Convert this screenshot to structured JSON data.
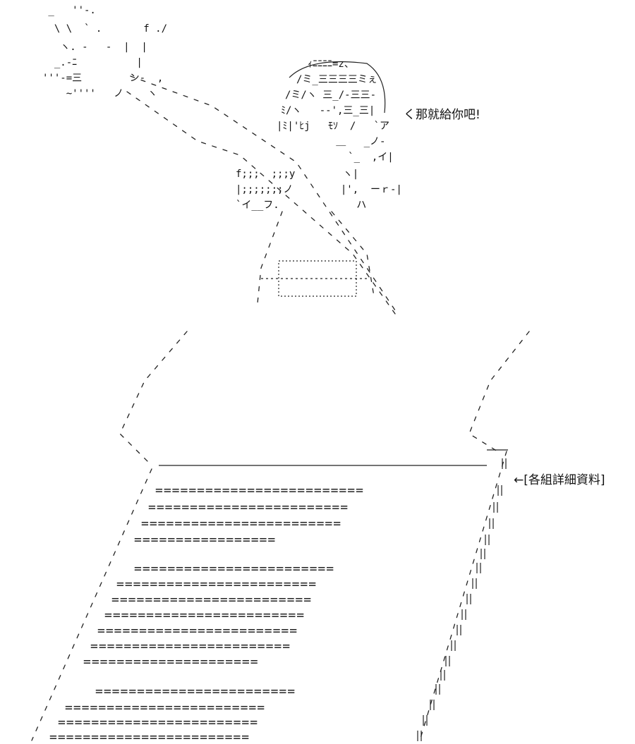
{
  "speech_text": "く那就給你吧!",
  "annotation_text": "←[各組詳細資料]",
  "art_lines": [
    " _   ''-.",
    "  \\ \\  ` .       f ./",
    "   ヽ. -   -  |  |",
    "  _.-ﾆ          |",
    "'''-=三        ン-  ,",
    "    ~''''   ノ    ヽ"
  ],
  "face_lines": [
    "ｨﾆﾆﾆﾆ=z、",
    "/ミ_三三三三ミぇ",
    "/ミ/ヽ 三_/-三三-",
    "ﾐ/ヽ   -‐',三_三|",
    "|ﾐ|'ﾋj   ﾓｿ  /   `ア",
    "          ＿   _ノ-",
    "            `_  ,イ|",
    "f;;;  ;;;y        ヽ|",
    "|;;;;;;;ノ        |',  ーｒ‐|",
    "`イ__フ.             ハ"
  ],
  "table_rows": [
    "=========================",
    "========================",
    "========================",
    "=================",
    "",
    "========================",
    "========================",
    "========================",
    "========================",
    "========================",
    "========================",
    "=====================",
    "",
    "========================",
    "========================",
    "========================",
    "========================"
  ]
}
